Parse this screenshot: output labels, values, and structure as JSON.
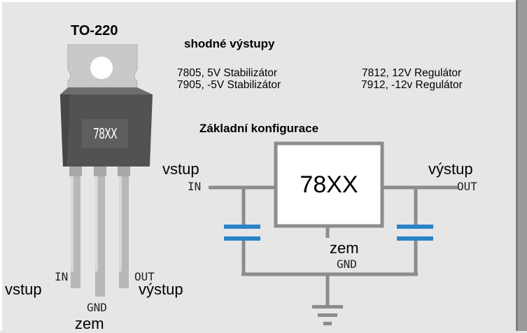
{
  "package": {
    "title": "TO-220",
    "chip_label": "78XX",
    "pins": {
      "in_code": "IN",
      "in_word": "vstup",
      "gnd_code": "GND",
      "gnd_word": "zem",
      "out_code": "OUT",
      "out_word": "výstup"
    }
  },
  "equivalents": {
    "heading": "shodné výstupy",
    "rows": [
      {
        "left": "7805, 5V Stabilizátor",
        "right": "7812, 12V Regulátor"
      },
      {
        "left": "7905, -5V Stabilizátor",
        "right": "7912, -12v Regulátor"
      }
    ]
  },
  "circuit": {
    "heading": "Základní konfigurace",
    "chip_label": "78XX",
    "input_word": "vstup",
    "input_code": "IN",
    "output_word": "výstup",
    "output_code": "OUT",
    "ground_word": "zem",
    "ground_code": "GND"
  },
  "colors": {
    "background": "#e6e6e6",
    "wire": "#8c8c8c",
    "capacitor": "#2a82c7",
    "chip_body": "#555555",
    "tab_metal": "#c9c9c9"
  }
}
